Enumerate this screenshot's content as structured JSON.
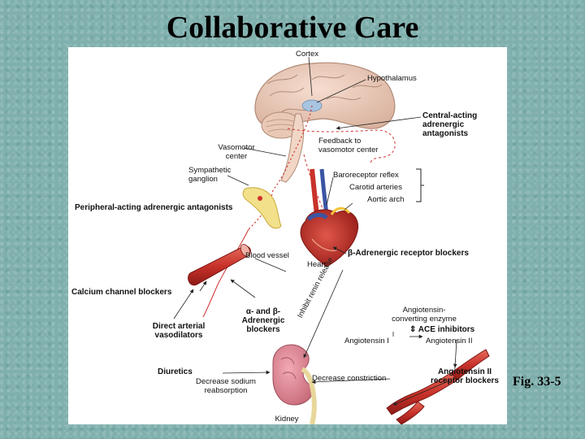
{
  "title": "Collaborative Care",
  "figure_label": "Fig. 33-5",
  "labels": {
    "cortex": "Cortex",
    "hypothalamus": "Hypothalamus",
    "central_acting": [
      "Central-acting",
      "adrenergic",
      "antagonists"
    ],
    "feedback": [
      "Feedback to",
      "vasomotor center"
    ],
    "vasomotor": [
      "Vasomotor",
      "center"
    ],
    "sympathetic": [
      "Sympathetic",
      "ganglion"
    ],
    "peripheral": "Peripheral-acting adrenergic antagonists",
    "baroreceptor": "Baroreceptor reflex",
    "carotid": "Carotid arteries",
    "aortic": "Aortic arch",
    "blood_vessel": "Blood vessel",
    "heart": "Heart",
    "beta_blockers": "β-Adrenergic receptor blockers",
    "calcium": "Calcium channel blockers",
    "inhibit_renin": "Inhibit renin release",
    "direct_arterial": [
      "Direct arterial",
      "vasodilators"
    ],
    "alpha_beta": [
      "α- and β-",
      "Adrenergic",
      "blockers"
    ],
    "ace_enzyme": [
      "Angiotensin-",
      "converting enzyme"
    ],
    "ace_inhibitors": "ACE inhibitors",
    "angiotensin_1": "Angiotensin I",
    "angiotensin_2": "Angiotensin II",
    "arb": [
      "Angiotensin II",
      "receptor blockers"
    ],
    "diuretics": "Diuretics",
    "decrease_sodium": [
      "Decrease sodium",
      "reabsorption"
    ],
    "decrease_constriction": "Decrease constriction",
    "kidney": "Kidney"
  }
}
